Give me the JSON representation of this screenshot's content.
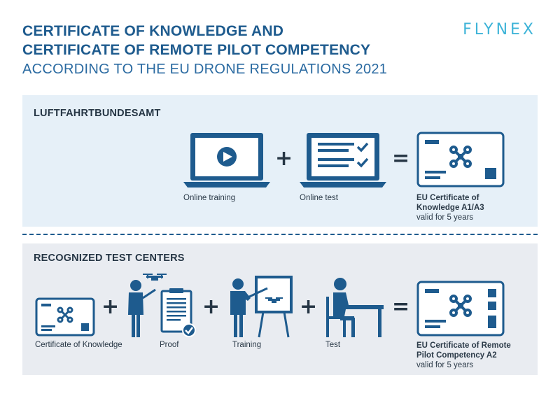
{
  "header": {
    "title_line1": "CERTIFICATE OF KNOWLEDGE AND",
    "title_line2": "CERTIFICATE OF REMOTE PILOT COMPETENCY",
    "subtitle": "ACCORDING TO THE EU DRONE REGULATIONS 2021",
    "logo": "FLYNEX"
  },
  "colors": {
    "primary": "#1e5b8e",
    "accent": "#3fb4d8",
    "panel_top": "#e6f0f8",
    "panel_bottom": "#e9ecf1"
  },
  "section_lba": {
    "title": "LUFTFAHRTBUNDESAMT",
    "steps": [
      {
        "icon": "laptop-video-icon",
        "label": "Online training"
      },
      {
        "icon": "laptop-checklist-icon",
        "label": "Online test"
      }
    ],
    "result": {
      "icon": "drone-certificate-card-icon",
      "line1": "EU Certificate of",
      "line2": "Knowledge A1/A3",
      "validity": "valid for 5 years"
    },
    "operators": [
      "+",
      "="
    ]
  },
  "section_centers": {
    "title": "RECOGNIZED TEST CENTERS",
    "steps": [
      {
        "icon": "drone-certificate-card-icon",
        "label": "Certificate of Knowledge"
      },
      {
        "icon": "person-drone-clipboard-icon",
        "label": "Proof"
      },
      {
        "icon": "instructor-board-icon",
        "label": "Training"
      },
      {
        "icon": "person-desk-icon",
        "label": "Test"
      }
    ],
    "result": {
      "icon": "drone-certificate-card-icon",
      "line1": "EU Certificate of Remote",
      "line2": "Pilot Competency A2",
      "validity": "valid for 5 years"
    },
    "operators": [
      "+",
      "+",
      "+",
      "="
    ]
  }
}
